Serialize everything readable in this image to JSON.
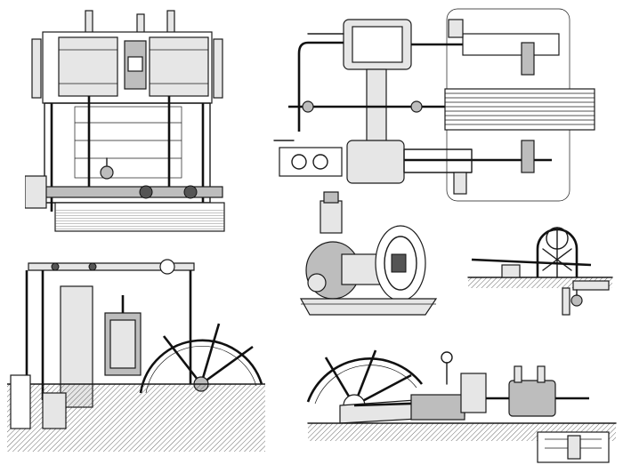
{
  "plate": {
    "background": "#ffffff",
    "ink_color": "#1a1a1a",
    "figures": [
      {
        "id": "vertical-twin-cylinder-engine"
      },
      {
        "id": "horizontal-tandem-engine-plan-view"
      },
      {
        "id": "small-vertical-engine-with-flywheel"
      },
      {
        "id": "centrifugal-governor-detail"
      },
      {
        "id": "beam-engine-side-view"
      },
      {
        "id": "horizontal-engine-with-large-flywheel"
      }
    ]
  }
}
